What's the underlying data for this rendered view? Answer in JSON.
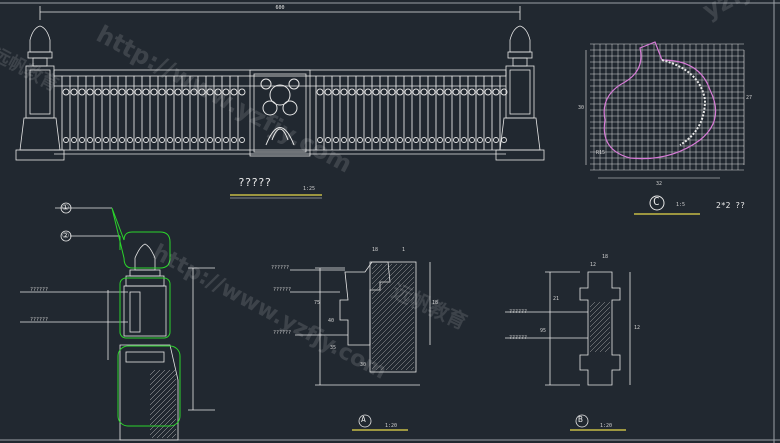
{
  "elevation": {
    "width_dim": "600",
    "title": "?????",
    "scale": "1:25"
  },
  "detail_c": {
    "label": "C",
    "scale": "1:5",
    "grid_note": "2*2 ??",
    "dim_bottom": "32",
    "dim_left": "30",
    "dim_right": "27",
    "dim_small": "R15"
  },
  "post_section": {
    "callout_a": "①",
    "callout_b": "②",
    "notes": [
      "??????",
      "??????"
    ]
  },
  "section_a": {
    "label": "A",
    "scale": "1:20",
    "notes": [
      "??????",
      "??????",
      "??????"
    ],
    "dims": [
      "18",
      "1",
      "75",
      "40",
      "35",
      "30",
      "18"
    ]
  },
  "section_b": {
    "label": "B",
    "scale": "1:20",
    "notes": [
      "??????",
      "??????"
    ],
    "dims": [
      "12",
      "18",
      "21",
      "95",
      "12"
    ]
  },
  "watermarks": [
    "http://www.yzfjy.com",
    "yzfjy",
    "远帆教育",
    "http://www.yzfjy.com",
    "远帆教育"
  ],
  "colors": {
    "background": "#212830",
    "lines": "#e6e6e6",
    "callout": "#2bd42b",
    "underline": "#e6d84a",
    "curve": "#d67ad6"
  }
}
